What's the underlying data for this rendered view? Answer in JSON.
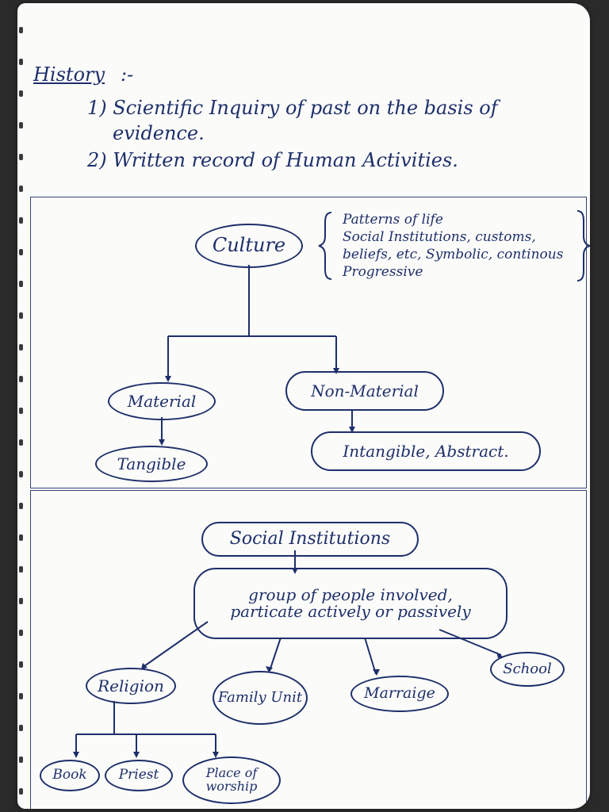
{
  "history": {
    "title": "History",
    "separator": ":-",
    "points": [
      "1) Scientific Inquiry of past on the basis of",
      "evidence.",
      "2) Written record of Human Activities."
    ]
  },
  "culture_diagram": {
    "root": "Culture",
    "description": [
      "Patterns of life",
      "Social Institutions, customs,",
      "beliefs, etc, Symbolic, continous",
      "Progressive"
    ],
    "material": "Material",
    "non_material": "Non-Material",
    "tangible": "Tangible",
    "intangible": "Intangible, Abstract."
  },
  "social_diagram": {
    "root": "Social Institutions",
    "definition": [
      "group of people involved,",
      "particate actively or passively"
    ],
    "children": [
      "Religion",
      "Family Unit",
      "Marraige",
      "School"
    ],
    "religion_children": [
      "Book",
      "Priest",
      "Place of worship"
    ]
  }
}
